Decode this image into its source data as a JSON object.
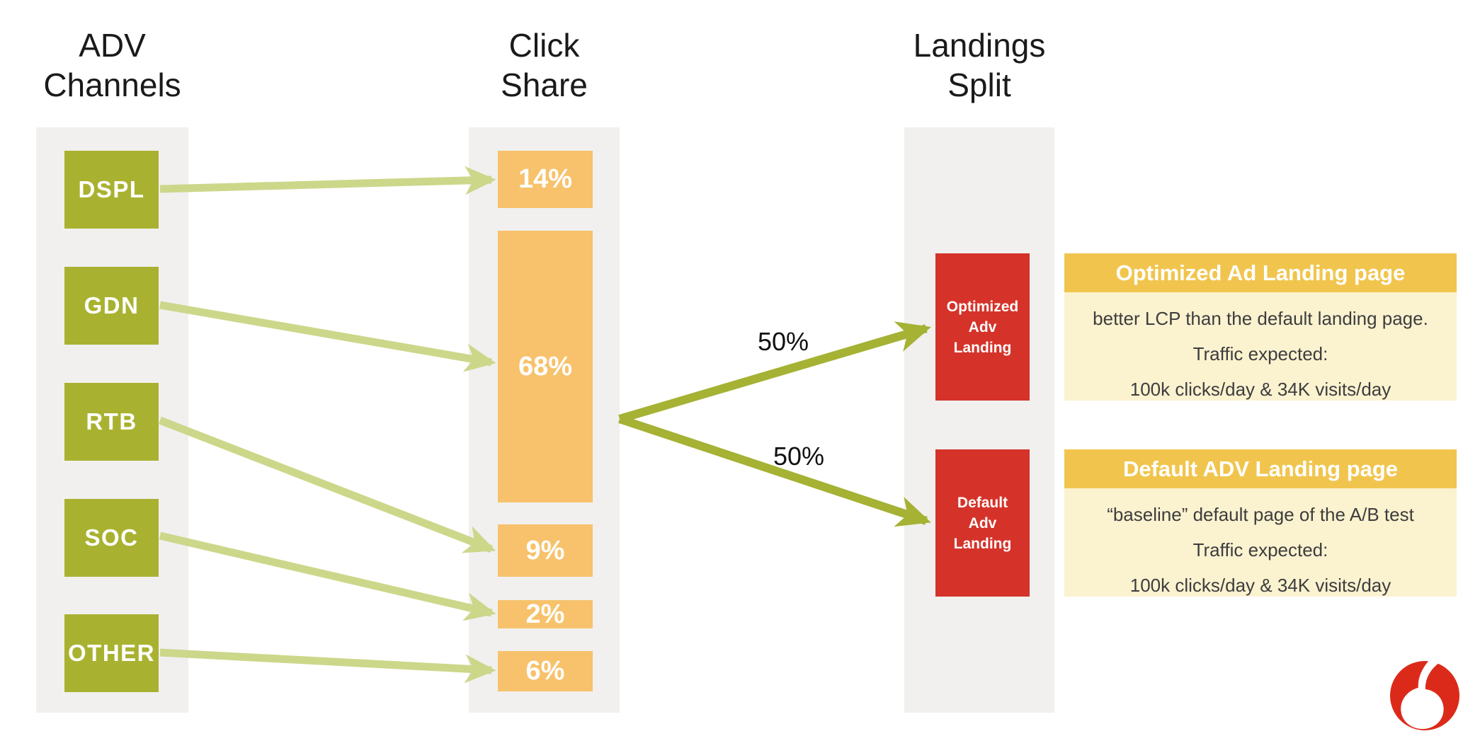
{
  "headers": {
    "channels": {
      "line1": "ADV",
      "line2": "Channels"
    },
    "click_share": {
      "line1": "Click",
      "line2": "Share"
    },
    "landings": {
      "line1": "Landings",
      "line2": "Split"
    }
  },
  "adv_channels": {
    "items": [
      {
        "label": "DSPL"
      },
      {
        "label": "GDN"
      },
      {
        "label": "RTB"
      },
      {
        "label": "SOC"
      },
      {
        "label": "OTHER"
      }
    ]
  },
  "click_share": {
    "items": [
      {
        "value": "14%"
      },
      {
        "value": "68%"
      },
      {
        "value": "9%"
      },
      {
        "value": "2%"
      },
      {
        "value": "6%"
      }
    ]
  },
  "flows": [
    {
      "from": "DSPL",
      "to": "14%"
    },
    {
      "from": "GDN",
      "to": "68%"
    },
    {
      "from": "RTB",
      "to": "9%"
    },
    {
      "from": "SOC",
      "to": "2%"
    },
    {
      "from": "OTHER",
      "to": "6%"
    }
  ],
  "landings": {
    "optimized": {
      "lines": [
        "Optimized",
        "Adv",
        "Landing"
      ]
    },
    "default": {
      "lines": [
        "Default",
        "Adv",
        "Landing"
      ]
    },
    "split": {
      "optimized_share": "50%",
      "default_share": "50%"
    }
  },
  "cards": {
    "optimized": {
      "title": "Optimized Ad Landing page",
      "lines": [
        "better LCP than the default landing page.",
        "Traffic expected:",
        "100k clicks/day  & 34K visits/day"
      ]
    },
    "default": {
      "title": "Default ADV Landing page",
      "lines": [
        "“baseline” default page of the A/B test",
        "Traffic expected:",
        "100k clicks/day  & 34K visits/day"
      ]
    }
  },
  "logo": {
    "name": "vodafone-logo"
  },
  "colors": {
    "channel_box": "#a9b230",
    "share_box": "#f7c26b",
    "landing_box": "#d5332a",
    "card_header": "#f1c54d",
    "card_body": "#fbf2d0",
    "column_bg": "#f1f0ef",
    "arrow_light": "#ccd78a",
    "arrow_dark": "#a5b233",
    "logo_red": "#dc2a1a",
    "heading_text": "#1a1a1a",
    "body_text": "#3d3d3d"
  }
}
